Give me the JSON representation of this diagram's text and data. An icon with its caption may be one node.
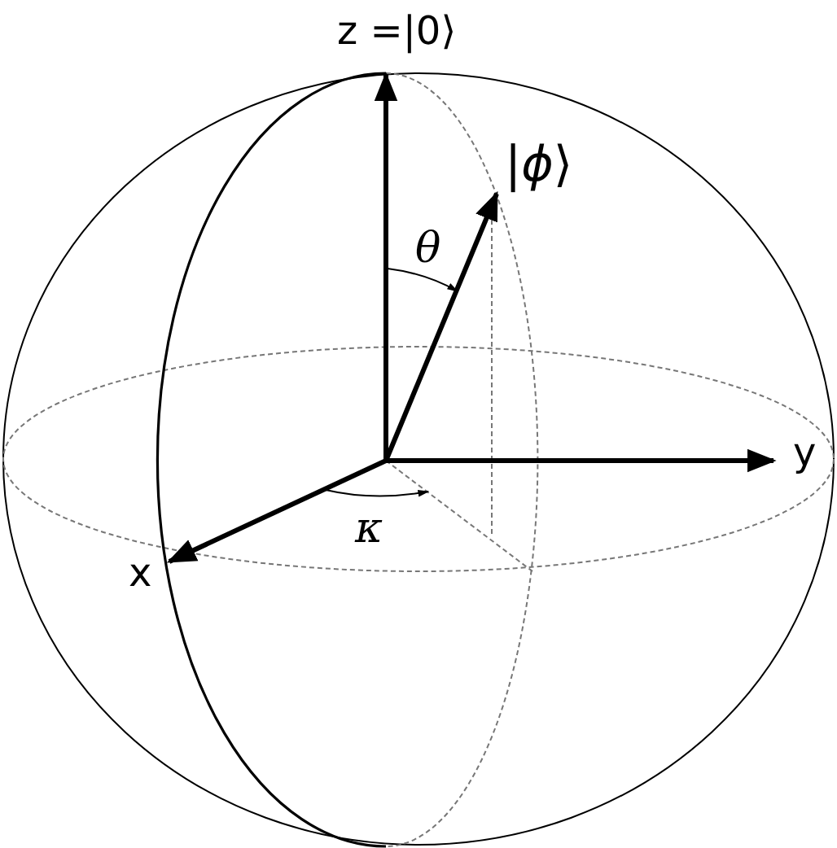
{
  "diagram": {
    "labels": [
      "z =|0⟩",
      "|*ϕ*⟩",
      "θ",
      "y",
      "κ",
      "x"
    ]
  }
}
